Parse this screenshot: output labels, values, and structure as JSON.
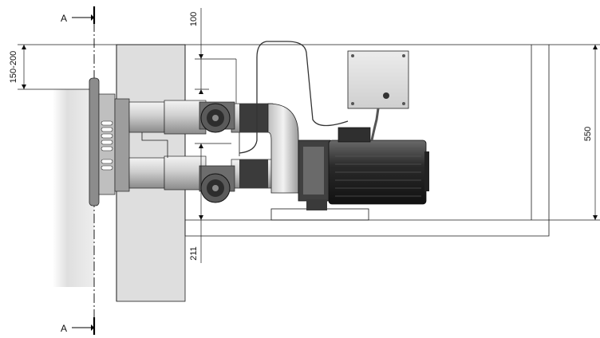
{
  "dimensions": {
    "top_offset": "100",
    "wall_range": "150-200",
    "height": "550",
    "bottom_offset": "211"
  },
  "section": {
    "label_top": "A",
    "label_bottom": "A"
  },
  "colors": {
    "line": "#1a1a1a",
    "wall_shade": "#d6d6d6",
    "metal_light": "#e6e6e6",
    "metal_dark": "#3a3a3a",
    "box": "#dcdcdc"
  }
}
